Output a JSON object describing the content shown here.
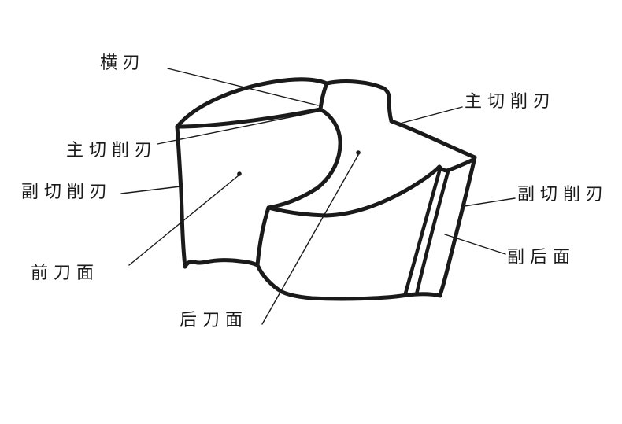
{
  "diagram": {
    "type": "drill-point-nomenclature-diagram",
    "colors": {
      "line": "#1a1a1a",
      "background": "#ffffff"
    },
    "labels": {
      "chisel_edge": "横刃",
      "main_cutting_edge_left": "主切削刃",
      "secondary_cutting_edge_left": "副切削刃",
      "rake_face": "前刀面",
      "flank_face": "后刀面",
      "main_cutting_edge_right": "主切削刃",
      "secondary_cutting_edge_right": "副切削刃",
      "secondary_flank_face": "副后面"
    }
  }
}
